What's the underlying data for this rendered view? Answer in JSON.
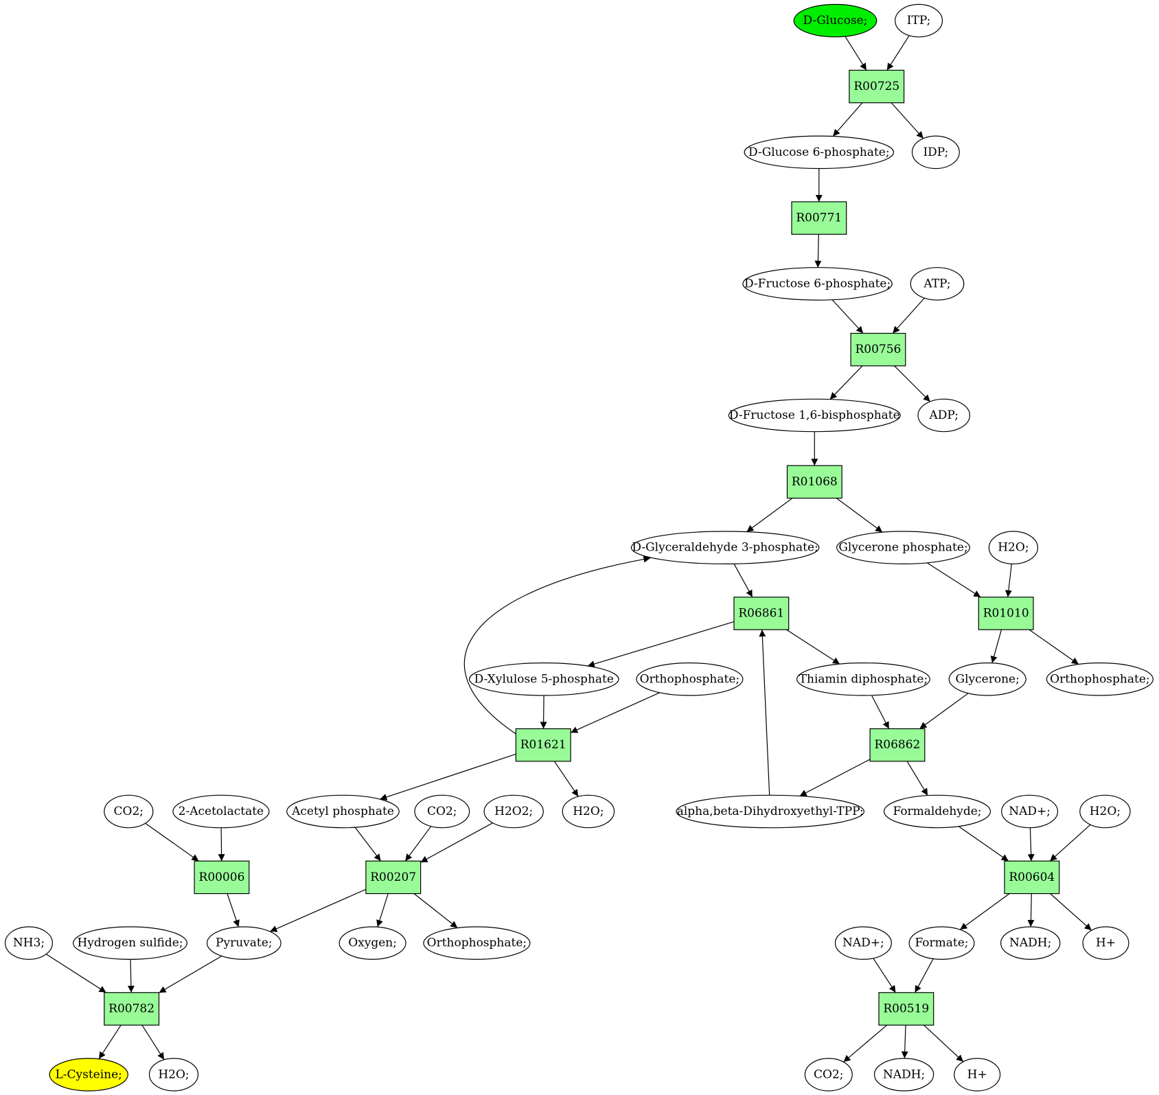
{
  "colors": {
    "reaction_fill": "#98fb98",
    "metabolite_fill": "#ffffff",
    "source_fill": "#00ee00",
    "target_fill": "#ffff00",
    "stroke": "#000000"
  },
  "nodes": {
    "d_glucose": "D-Glucose;",
    "itp": "ITP;",
    "r00725": "R00725",
    "g6p": "D-Glucose 6-phosphate;",
    "idp": "IDP;",
    "r00771": "R00771",
    "f6p": "D-Fructose 6-phosphate;",
    "atp": "ATP;",
    "r00756": "R00756",
    "fbp": "D-Fructose 1,6-bisphosphate",
    "adp": "ADP;",
    "r01068": "R01068",
    "gap": "D-Glyceraldehyde 3-phosphate;",
    "dhap": "Glycerone phosphate;",
    "h2o_a": "H2O;",
    "r06861": "R06861",
    "r01010": "R01010",
    "xu5p": "D-Xylulose 5-phosphate",
    "pi_a": "Orthophosphate;",
    "tpp": "Thiamin diphosphate;",
    "glycerone": "Glycerone;",
    "pi_b": "Orthophosphate;",
    "r01621": "R01621",
    "r06862": "R06862",
    "co2_a": "CO2;",
    "acetolactate": "2-Acetolactate",
    "acp": "Acetyl phosphate",
    "co2_b": "CO2;",
    "h2o2": "H2O2;",
    "h2o_b": "H2O;",
    "he_tpp": "alpha,beta-Dihydroxyethyl-TPP;",
    "formaldehyde": "Formaldehyde;",
    "nad_a": "NAD+;",
    "h2o_c": "H2O;",
    "r00006": "R00006",
    "r00207": "R00207",
    "r00604": "R00604",
    "nh3": "NH3;",
    "h2s": "Hydrogen sulfide;",
    "pyruvate": "Pyruvate;",
    "oxygen": "Oxygen;",
    "pi_c": "Orthophosphate;",
    "nad_b": "NAD+;",
    "formate": "Formate;",
    "nadh_a": "NADH;",
    "hplus_a": "H+",
    "r00782": "R00782",
    "r00519": "R00519",
    "l_cysteine": "L-Cysteine;",
    "h2o_d": "H2O;",
    "co2_c": "CO2;",
    "nadh_b": "NADH;",
    "hplus_b": "H+"
  }
}
